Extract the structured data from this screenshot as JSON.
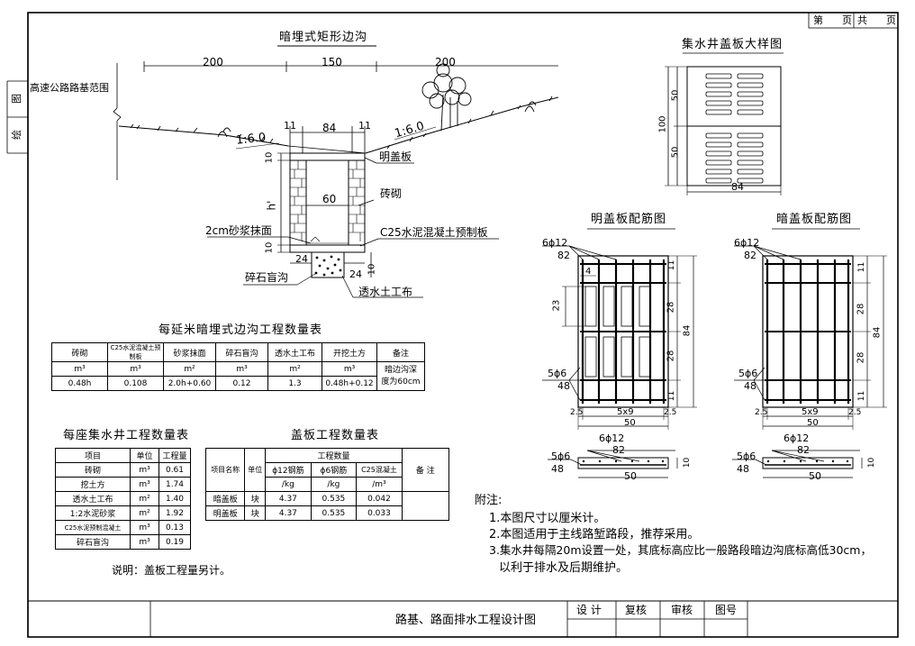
{
  "sheet": {
    "page_no_label": "第",
    "page_unit_label": "页",
    "total_label": "共",
    "total_unit_label": "页",
    "side_label_1": "图",
    "side_label_2": "绘"
  },
  "section": {
    "title": "暗埋式矩形边沟",
    "dim_left": "200",
    "dim_mid": "150",
    "dim_right": "200",
    "range_label": "高速公路路基范围",
    "slope_left": "1:6.0",
    "slope_right": "1:6.0",
    "dim_wall_left": "11",
    "dim_inner_top": "84",
    "dim_wall_right": "11",
    "dim_cover": "10",
    "dim_height": "h'",
    "dim_inner": "60",
    "dim_base": "10",
    "dim_bottom_left": "24",
    "dim_bottom_right": "24",
    "dim_bottom_small": "10",
    "label_cover": "明盖板",
    "label_brick": "砖砌",
    "label_mortar": "2cm砂浆抹面",
    "label_precast": "C25水泥混凝土预制板",
    "label_gravel": "碎石盲沟",
    "label_geotextile": "透水土工布"
  },
  "well_cover": {
    "title": "集水井盖板大样图",
    "dim_total": "100",
    "dim_half_top": "50",
    "dim_half_bottom": "50",
    "dim_width": "84"
  },
  "open_rebar": {
    "title": "明盖板配筋图",
    "bar_main": "6ϕ12",
    "bar_main_len": "82",
    "bar_dist": "5ϕ6",
    "bar_dist_len": "48",
    "dim_4": "4",
    "dim_23": "23",
    "dim_28a": "28",
    "dim_28b": "28",
    "dim_84": "84",
    "dim_11a": "11",
    "dim_11b": "11",
    "dim_25a": "2.5",
    "dim_5x9": "5x9",
    "dim_25b": "2.5",
    "dim_50": "50",
    "sec_bar_main": "6ϕ12",
    "sec_bar_main_len": "82",
    "sec_bar_dist": "5ϕ6",
    "sec_bar_dist_len": "48",
    "sec_width": "50",
    "sec_thick": "10"
  },
  "hidden_rebar": {
    "title": "暗盖板配筋图",
    "bar_main": "6ϕ12",
    "bar_main_len": "82",
    "bar_dist": "5ϕ6",
    "bar_dist_len": "48",
    "dim_11a": "11",
    "dim_28a": "28",
    "dim_28b": "28",
    "dim_84": "84",
    "dim_11b": "11",
    "dim_25a": "2.5",
    "dim_5x9": "5x9",
    "dim_25b": "2.5",
    "dim_50": "50",
    "sec_bar_main": "6ϕ12",
    "sec_bar_main_len": "82",
    "sec_bar_dist": "5ϕ6",
    "sec_bar_dist_len": "48",
    "sec_width": "50",
    "sec_thick": "10"
  },
  "table_ditch": {
    "title": "每延米暗埋式边沟工程数量表",
    "headers": [
      "砖砌",
      "C25水泥混凝土预制板",
      "砂浆抹面",
      "碎石盲沟",
      "透水土工布",
      "开挖土方",
      "备注"
    ],
    "units": [
      "m³",
      "m³",
      "m²",
      "m³",
      "m²",
      "m³"
    ],
    "values": [
      "0.48h",
      "0.108",
      "2.0h+0.60",
      "0.12",
      "1.3",
      "0.48h+0.12"
    ],
    "note": "暗边沟深度为60cm"
  },
  "table_well": {
    "title": "每座集水井工程数量表",
    "headers": [
      "项目",
      "单位",
      "工程量"
    ],
    "rows": [
      [
        "砖砌",
        "m³",
        "0.61"
      ],
      [
        "挖土方",
        "m³",
        "1.74"
      ],
      [
        "透水土工布",
        "m²",
        "1.40"
      ],
      [
        "1:2水泥砂浆",
        "m²",
        "1.92"
      ],
      [
        "C25水泥预制混凝土",
        "m³",
        "0.13"
      ],
      [
        "碎石盲沟",
        "m³",
        "0.19"
      ]
    ],
    "note": "说明：盖板工程量另计。"
  },
  "table_cover": {
    "title": "盖板工程数量表",
    "h_name": "项目名称",
    "h_unit": "单位",
    "h_group": "工程数量",
    "h_col1a": "ϕ12钢筋",
    "h_col1b": "/kg",
    "h_col2a": "ϕ6钢筋",
    "h_col2b": "/kg",
    "h_col3a": "C25混凝土",
    "h_col3b": "/m³",
    "h_remark": "备 注",
    "rows": [
      [
        "暗盖板",
        "块",
        "4.37",
        "0.535",
        "0.042"
      ],
      [
        "明盖板",
        "块",
        "4.37",
        "0.535",
        "0.033"
      ]
    ]
  },
  "notes": {
    "heading": "附注:",
    "items": [
      "1.本图尺寸以厘米计。",
      "2.本图适用于主线路堑路段，推荐采用。",
      "3.集水井每隔20m设置一处，其底标高应比一般路段暗边沟底标高低30cm，",
      "以利于排水及后期维护。"
    ]
  },
  "title_block": {
    "drawing_name": "路基、路面排水工程设计图",
    "design": "设 计",
    "review": "复核",
    "audit": "审核",
    "fig_no": "图号"
  }
}
